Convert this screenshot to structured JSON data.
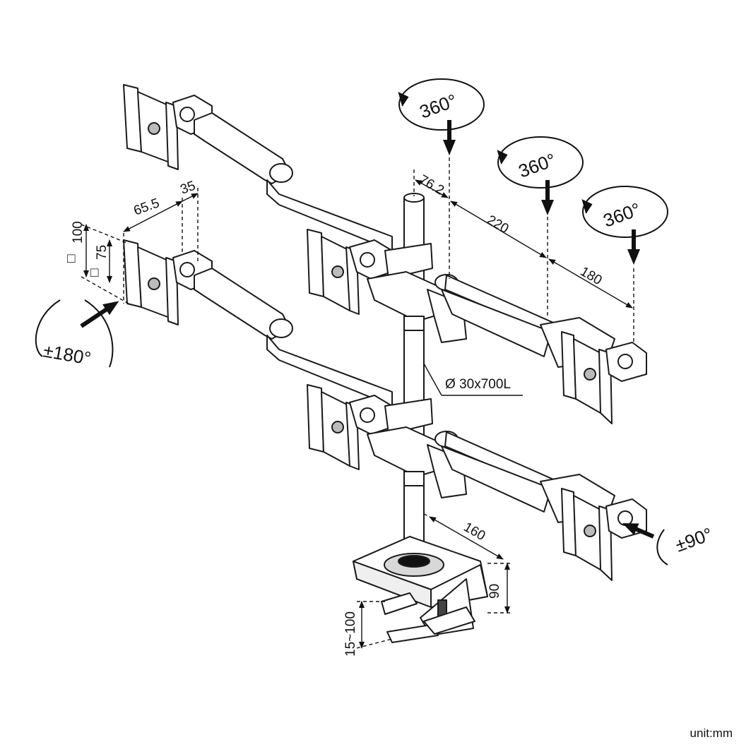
{
  "rotation_labels": {
    "top_pivot": "360°",
    "middle_pivot": "360°",
    "right_pivot": "360°",
    "tilt": "±180°",
    "swivel": "±90°"
  },
  "dimensions": {
    "pivot_offset": "76.2",
    "arm_segment_1": "220",
    "arm_segment_2": "180",
    "plate_offset": "65.5",
    "plate_depth": "35",
    "vesa_large": "100",
    "vesa_small": "75",
    "pole": "Ø 30x700L",
    "base_depth": "160",
    "base_height": "90",
    "clamp_range": "15~100"
  },
  "vesa_symbol": "□",
  "unit_note": "unit:mm",
  "colors": {
    "line": "#1a1a1a",
    "fill": "#ffffff",
    "shade": "#e6e6e6"
  }
}
